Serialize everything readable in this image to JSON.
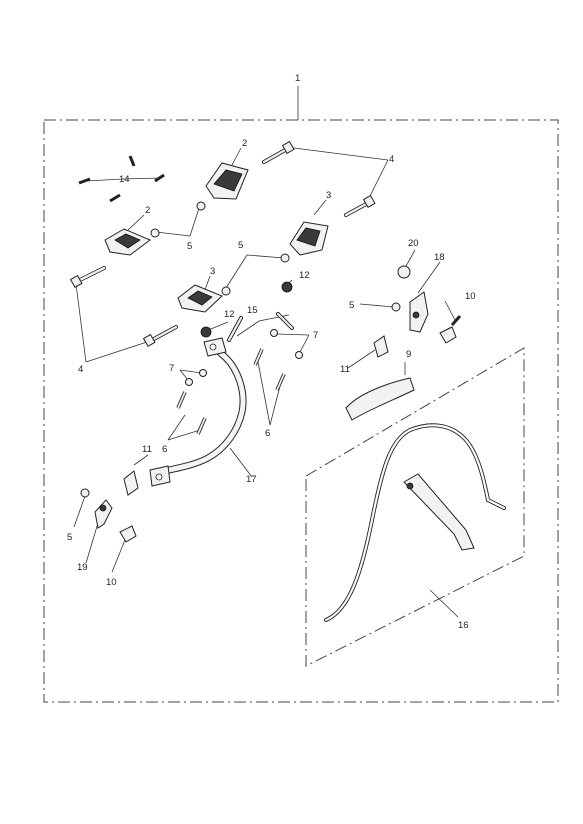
{
  "callouts": {
    "c1": "1",
    "c2a": "2",
    "c2b": "2",
    "c3a": "3",
    "c3b": "3",
    "c4a": "4",
    "c4b": "4",
    "c5a": "5",
    "c5b": "5",
    "c5c": "5",
    "c5d": "5",
    "c6a": "6",
    "c6b": "6",
    "c7a": "7",
    "c7b": "7",
    "c9": "9",
    "c10a": "10",
    "c10b": "10",
    "c11a": "11",
    "c11b": "11",
    "c12a": "12",
    "c12b": "12",
    "c14": "14",
    "c15": "15",
    "c16": "16",
    "c17": "17",
    "c18": "18",
    "c19": "19",
    "c20": "20"
  }
}
